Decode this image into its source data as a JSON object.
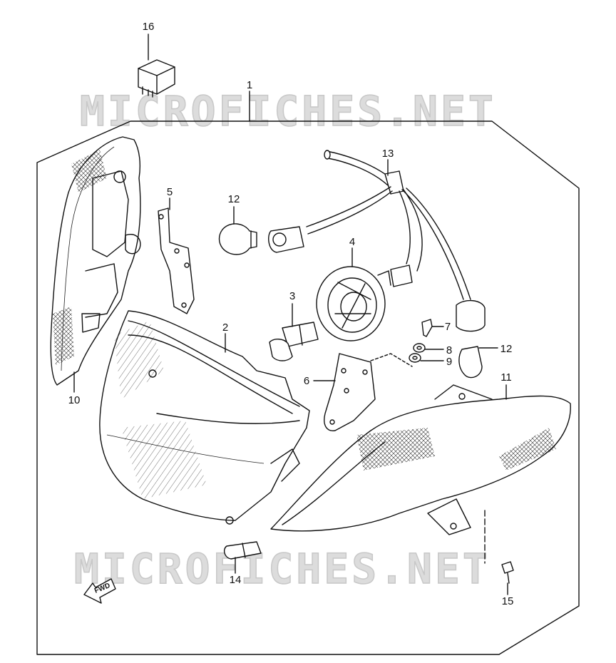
{
  "watermark": "MICROFICHES.NET",
  "fwd_label": "FWD",
  "callouts": {
    "p1": "1",
    "p2": "2",
    "p3": "3",
    "p4": "4",
    "p5": "5",
    "p6": "6",
    "p7": "7",
    "p8": "8",
    "p9": "9",
    "p10": "10",
    "p11": "11",
    "p12a": "12",
    "p12b": "12",
    "p13": "13",
    "p14": "14",
    "p15": "15",
    "p16": "16"
  }
}
